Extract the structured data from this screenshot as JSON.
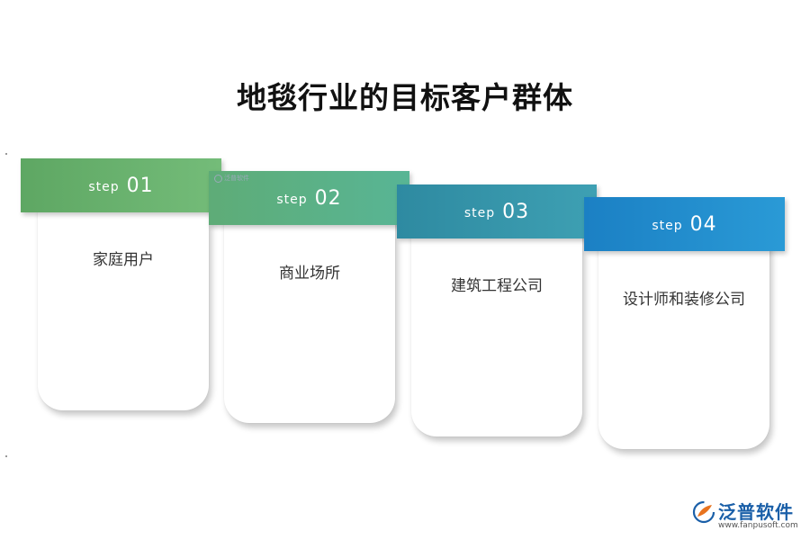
{
  "title": "地毯行业的目标客户群体",
  "steps": [
    {
      "word": "step",
      "num": "01",
      "label": "家庭用户",
      "color": "#67b06c"
    },
    {
      "word": "step",
      "num": "02",
      "label": "商业场所",
      "color": "#5bb085"
    },
    {
      "word": "step",
      "num": "03",
      "label": "建筑工程公司",
      "color": "#3596aa"
    },
    {
      "word": "step",
      "num": "04",
      "label": "设计师和装修公司",
      "color": "#228ecf"
    }
  ],
  "logo": {
    "name": "泛普软件",
    "url": "www.fanpusoft.com",
    "icon": "leaf-circle-icon"
  },
  "watermark": {
    "text": "泛普软件"
  }
}
